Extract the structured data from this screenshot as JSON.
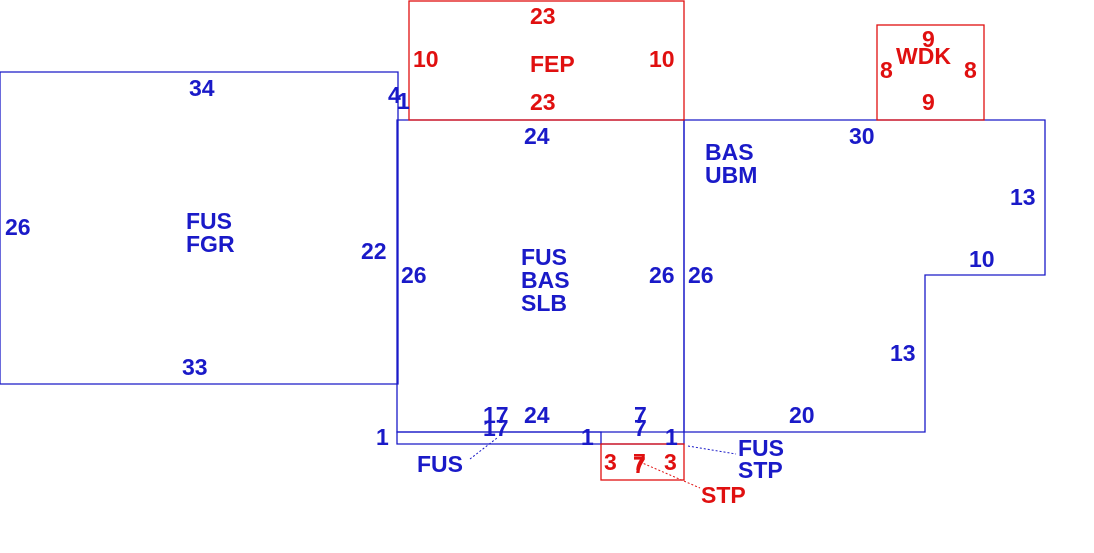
{
  "colors": {
    "building": "#1a1ac8",
    "exterior": "#e01010",
    "background": "#ffffff"
  },
  "areas": {
    "garage": [
      "FUS",
      "FGR"
    ],
    "center": [
      "FUS",
      "BAS",
      "SLB"
    ],
    "east": [
      "BAS",
      "UBM"
    ],
    "porch": [
      "FEP"
    ],
    "deck": [
      "WDK"
    ],
    "lower_strip": [
      "FUS"
    ],
    "stoop_callout": [
      "FUS",
      "STP"
    ],
    "stoop": [
      "STP"
    ]
  },
  "dimensions": {
    "garage_top": "34",
    "garage_bottom": "33",
    "garage_left": "26",
    "garage_right": "22",
    "garage_step": "4",
    "garage_step_b": "1",
    "center_top": "24",
    "center_left": "26",
    "center_right": "26",
    "center_bottom": "24",
    "strip_left": "1",
    "strip_a": "17",
    "strip_b": "17",
    "strip_mid": "1",
    "strip_c": "7",
    "strip_d": "7",
    "strip_right": "1",
    "porch_top": "23",
    "porch_bottom": "23",
    "porch_left": "10",
    "porch_right": "10",
    "deck_top": "9",
    "deck_bottom": "9",
    "deck_left": "8",
    "deck_right": "8",
    "east_top": "30",
    "east_left": "26",
    "east_right": "13",
    "east_step": "10",
    "east_inner": "13",
    "east_bottom": "20",
    "stoop_left": "3",
    "stoop_a": "7",
    "stoop_b": "7",
    "stoop_right": "3"
  }
}
